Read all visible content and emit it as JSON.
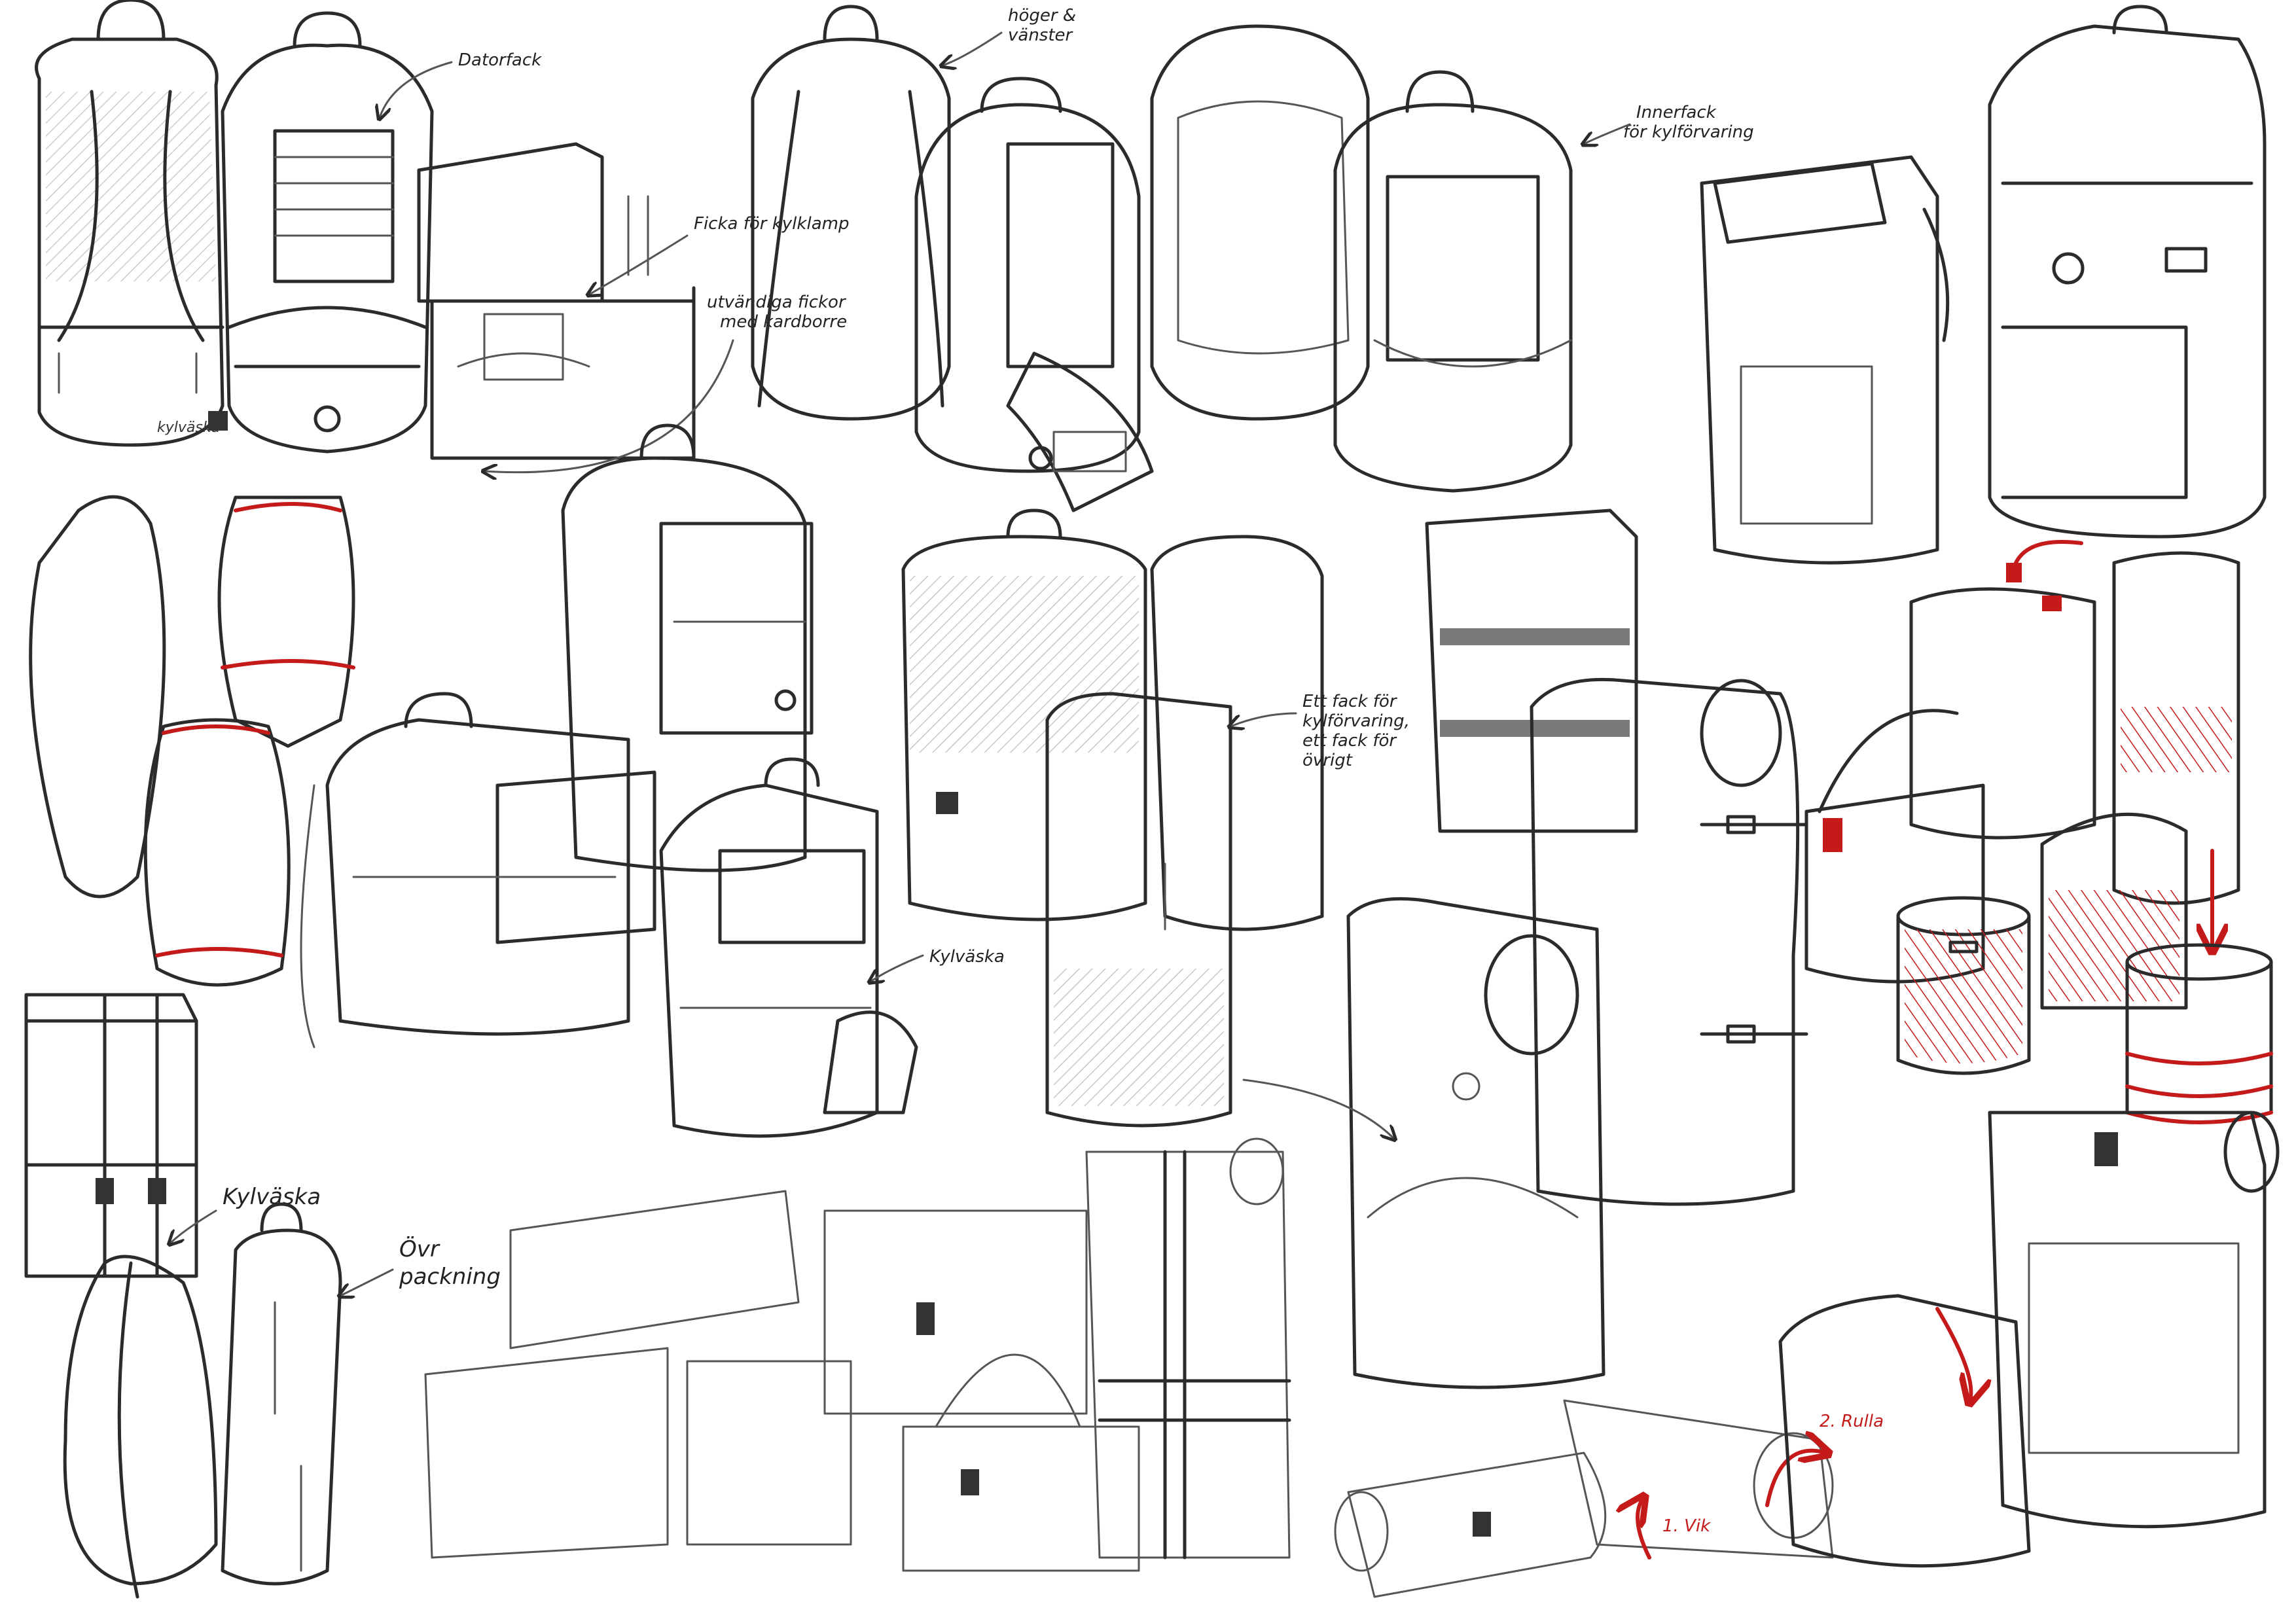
{
  "annotations": {
    "laptop": "Datorfack",
    "lamp_pocket": "Ficka för kylklamp",
    "outer_pockets_1": "utvändiga fickor",
    "outer_pockets_2": "med kardborre",
    "sides_1": "höger &",
    "sides_2": "vänster",
    "inner_1": "Innerfack",
    "inner_2": "för kylförvaring",
    "compartments_1": "Ett fack för",
    "compartments_2": "kylförvaring,",
    "compartments_3": "ett fack för",
    "compartments_4": "övrigt",
    "cooler_mid": "Kylväska",
    "cooler_left": "Kylväska",
    "packing_1": "Övr",
    "packing_2": "packning",
    "step_fold": "1. Vik",
    "step_roll": "2. Rulla"
  },
  "brand": {
    "logo_text": "kylväska"
  },
  "colors": {
    "ink": "#2b2b2b",
    "accent": "#c41a1a",
    "paper": "#ffffff"
  }
}
